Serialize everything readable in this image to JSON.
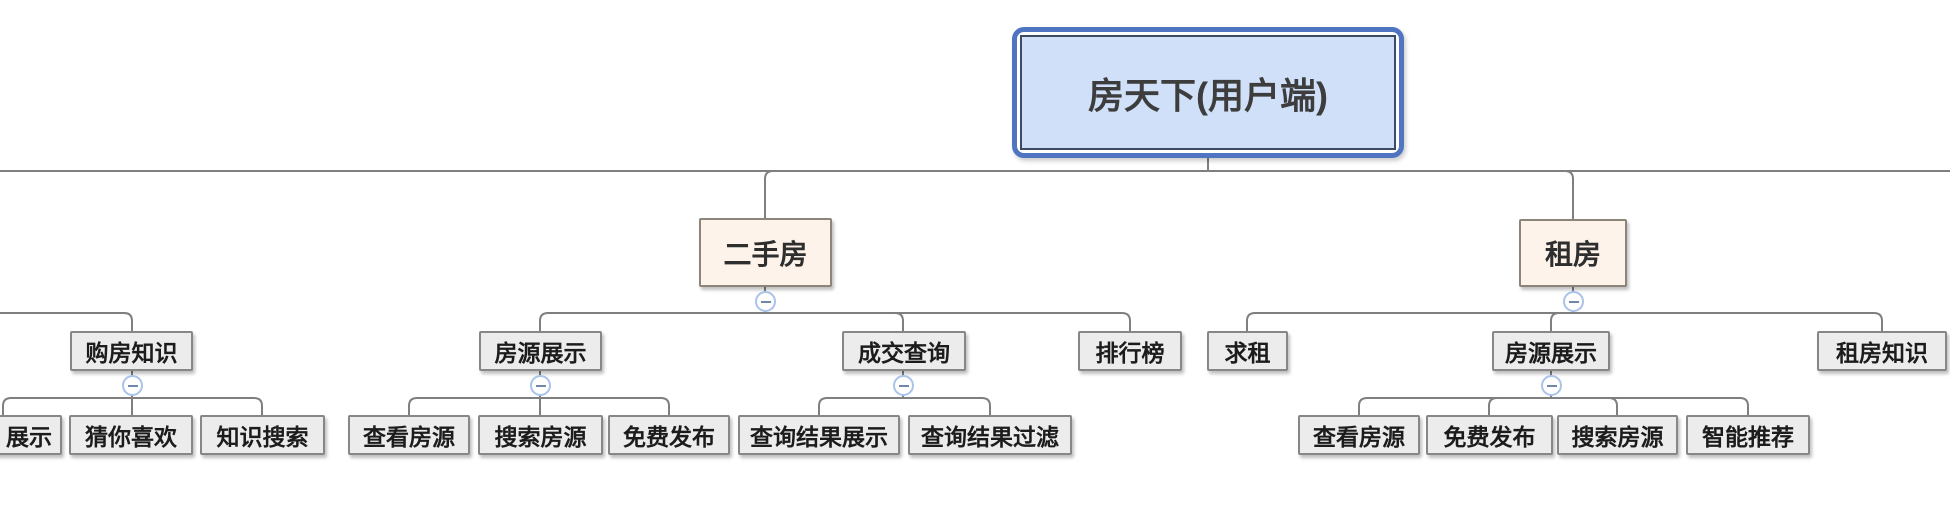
{
  "diagram": {
    "root": {
      "label": "房天下(用户端)"
    },
    "branches": [
      {
        "label": "二手房",
        "children": [
          {
            "label": "房源展示",
            "children": [
              {
                "label": "查看房源"
              },
              {
                "label": "搜索房源"
              },
              {
                "label": "免费发布"
              }
            ]
          },
          {
            "label": "成交查询",
            "children": [
              {
                "label": "查询结果展示"
              },
              {
                "label": "查询结果过滤"
              }
            ]
          },
          {
            "label": "排行榜",
            "children": []
          }
        ]
      },
      {
        "label": "租房",
        "children": [
          {
            "label": "求租",
            "children": []
          },
          {
            "label": "房源展示",
            "children": [
              {
                "label": "查看房源"
              },
              {
                "label": "免费发布"
              },
              {
                "label": "搜索房源"
              },
              {
                "label": "智能推荐"
              }
            ]
          },
          {
            "label": "租房知识",
            "children": []
          }
        ]
      }
    ],
    "clipped_branch": {
      "label": "购房知识",
      "children": [
        {
          "label": "展示",
          "clipped_at_left_edge": true
        },
        {
          "label": "猜你喜欢"
        },
        {
          "label": "知识搜索"
        }
      ]
    }
  },
  "colors": {
    "canvas": "#ffffff",
    "root_fill": "#cfe0f8",
    "root_outer_border": "#4f74c2",
    "root_inner_border": "#3c4a63",
    "branch_fill": "#fdf3ea",
    "branch_border": "#8d8579",
    "topic_fill": "#ececec",
    "topic_border": "#878787",
    "connector": "#7f7f7f",
    "collapse_border": "#a9c3ea",
    "collapse_minus": "#6f87a8"
  }
}
